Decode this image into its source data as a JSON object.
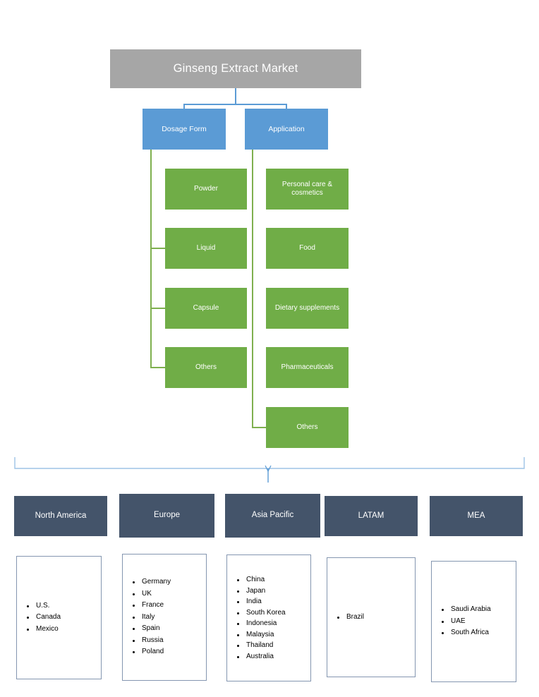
{
  "diagram": {
    "root": {
      "label": "Ginseng Extract Market"
    },
    "categories": [
      {
        "label": "Dosage Form"
      },
      {
        "label": "Application"
      }
    ],
    "dosage_form_items": [
      {
        "label": "Powder"
      },
      {
        "label": "Liquid"
      },
      {
        "label": "Capsule"
      },
      {
        "label": "Others"
      }
    ],
    "application_items": [
      {
        "label": "Personal care & cosmetics"
      },
      {
        "label": "Food"
      },
      {
        "label": "Dietary supplements"
      },
      {
        "label": "Pharmaceuticals"
      },
      {
        "label": "Others"
      }
    ],
    "regions": [
      {
        "label": "North America",
        "countries": [
          "U.S.",
          "Canada",
          "Mexico"
        ]
      },
      {
        "label": "Europe",
        "countries": [
          "Germany",
          "UK",
          "France",
          "Italy",
          "Spain",
          "Russia",
          "Poland"
        ]
      },
      {
        "label": "Asia Pacific",
        "countries": [
          "China",
          "Japan",
          "India",
          "South Korea",
          "Indonesia",
          "Malaysia",
          "Thailand",
          "Australia"
        ]
      },
      {
        "label": "LATAM",
        "countries": [
          "Brazil"
        ]
      },
      {
        "label": "MEA",
        "countries": [
          "Saudi Arabia",
          "UAE",
          "South Africa"
        ]
      }
    ],
    "colors": {
      "root": "#a6a6a6",
      "category": "#5b9bd5",
      "leaf": "#70ad47",
      "region": "#44546a",
      "connector_blue": "#5b9bd5",
      "connector_green": "#7fb04f",
      "list_border": "#8496b0",
      "text_light": "#ffffff",
      "text_dark": "#000000"
    }
  }
}
